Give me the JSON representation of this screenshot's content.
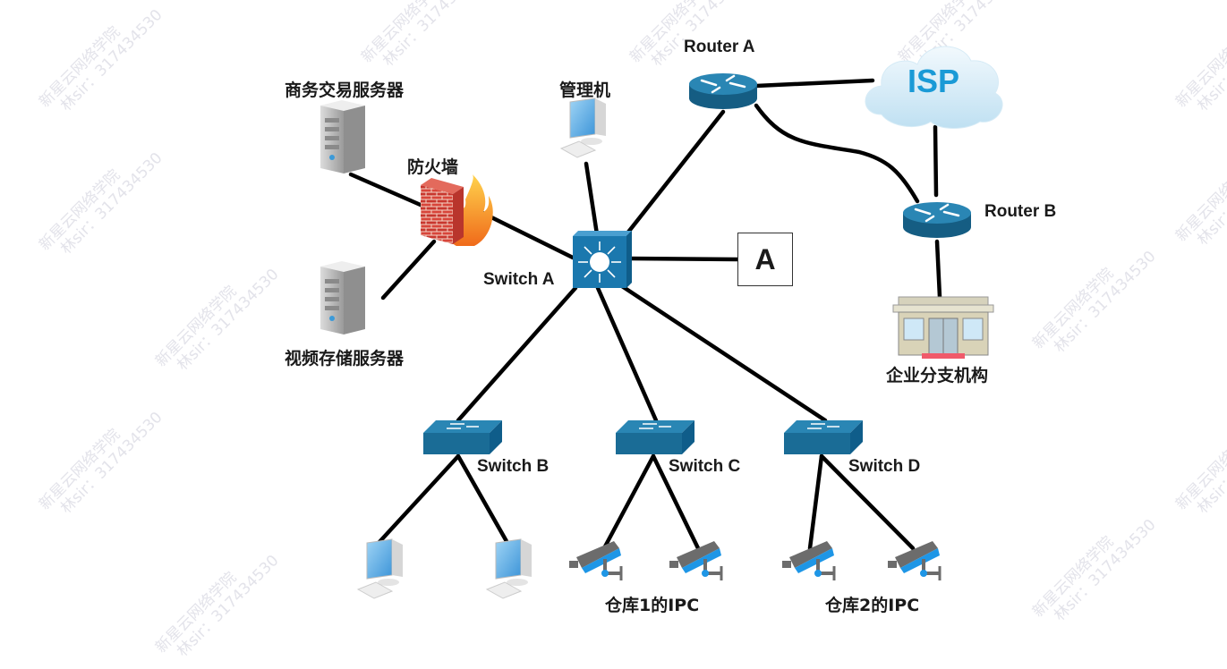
{
  "diagram": {
    "type": "network-topology",
    "nodes": {
      "router_a": {
        "label": "Router A",
        "icon": "router-icon"
      },
      "router_b": {
        "label": "Router B",
        "icon": "router-icon"
      },
      "isp": {
        "label": "ISP",
        "icon": "cloud-icon"
      },
      "branch": {
        "label": "企业分支机构",
        "icon": "building-icon"
      },
      "switch_a": {
        "label": "Switch A",
        "icon": "layer3-switch-icon"
      },
      "box_a": {
        "label": "A",
        "icon": "unknown-device-box"
      },
      "mgmt": {
        "label": "管理机",
        "icon": "computer-icon"
      },
      "firewall": {
        "label": "防火墙",
        "icon": "firewall-icon"
      },
      "trade_server": {
        "label": "商务交易服务器",
        "icon": "server-icon"
      },
      "video_server": {
        "label": "视频存储服务器",
        "icon": "server-icon"
      },
      "switch_b": {
        "label": "Switch B",
        "icon": "switch-icon"
      },
      "switch_c": {
        "label": "Switch C",
        "icon": "switch-icon"
      },
      "switch_d": {
        "label": "Switch D",
        "icon": "switch-icon"
      },
      "ipc_group_1": {
        "label": "仓库1的IPC",
        "icon": "ip-camera-icon"
      },
      "ipc_group_2": {
        "label": "仓库2的IPC",
        "icon": "ip-camera-icon"
      }
    },
    "links": [
      [
        "router_a",
        "isp"
      ],
      [
        "router_a",
        "router_b"
      ],
      [
        "isp",
        "router_b"
      ],
      [
        "router_b",
        "branch"
      ],
      [
        "router_a",
        "switch_a"
      ],
      [
        "mgmt",
        "switch_a"
      ],
      [
        "firewall",
        "switch_a"
      ],
      [
        "trade_server",
        "firewall"
      ],
      [
        "video_server",
        "firewall"
      ],
      [
        "switch_a",
        "box_a"
      ],
      [
        "switch_a",
        "switch_b"
      ],
      [
        "switch_a",
        "switch_c"
      ],
      [
        "switch_a",
        "switch_d"
      ],
      [
        "switch_b",
        "pc_1"
      ],
      [
        "switch_b",
        "pc_2"
      ],
      [
        "switch_c",
        "ipc_1a"
      ],
      [
        "switch_c",
        "ipc_1b"
      ],
      [
        "switch_d",
        "ipc_2a"
      ],
      [
        "switch_d",
        "ipc_2b"
      ]
    ]
  },
  "watermark": {
    "line1": "新星云网络学院",
    "line2": "林sir：317434530"
  },
  "colors": {
    "device_blue": "#1a6c96",
    "device_blue_light": "#2a86b4",
    "isp_text": "#1a9ad6",
    "link": "#000000"
  }
}
